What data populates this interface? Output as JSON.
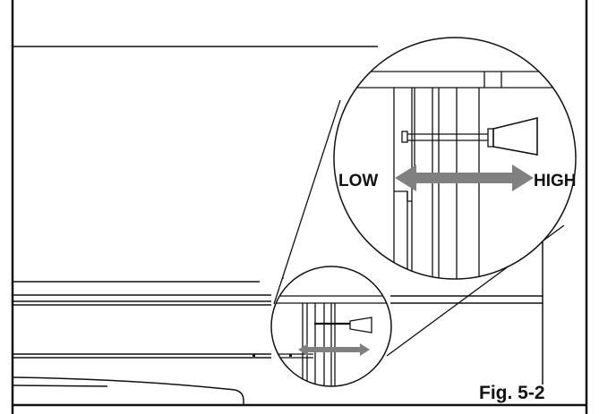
{
  "labels": {
    "low": "LOW",
    "high": "HIGH",
    "figure": "Fig. 5-2"
  },
  "colors": {
    "line": "#111111",
    "arrow": "#808080",
    "background": "#ffffff"
  }
}
